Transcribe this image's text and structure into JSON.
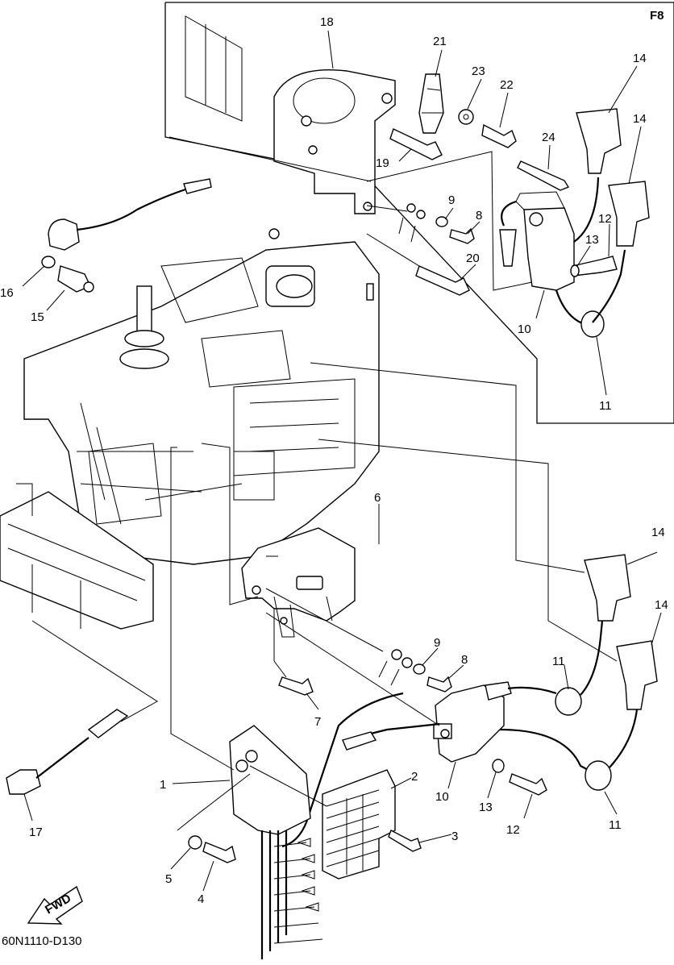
{
  "frame_label": "F8",
  "diagram_code": "60N1110-D130",
  "fwd_label": "FWD",
  "callouts": {
    "c1": "1",
    "c2": "2",
    "c3": "3",
    "c4": "4",
    "c5": "5",
    "c6": "6",
    "c7": "7",
    "c8a": "8",
    "c8b": "8",
    "c9a": "9",
    "c9b": "9",
    "c10a": "10",
    "c10b": "10",
    "c11a": "11",
    "c11b": "11",
    "c11c": "11",
    "c12a": "12",
    "c12b": "12",
    "c13a": "13",
    "c13b": "13",
    "c14a": "14",
    "c14b": "14",
    "c14c": "14",
    "c14d": "14",
    "c15": "15",
    "c16": "16",
    "c17": "17",
    "c18": "18",
    "c19": "19",
    "c20": "20",
    "c21": "21",
    "c22": "22",
    "c23": "23",
    "c24": "24"
  }
}
